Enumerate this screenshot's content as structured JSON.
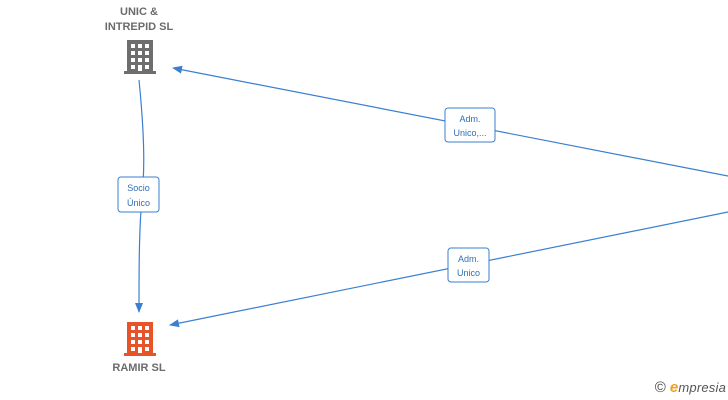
{
  "nodes": {
    "unic_intrepid": {
      "label_line1": "UNIC &",
      "label_line2": "INTREPID  SL",
      "icon": "building-icon",
      "color": "#6e6e6e"
    },
    "ramir": {
      "label": "RAMIR  SL",
      "icon": "building-icon",
      "color": "#e8542a"
    }
  },
  "edges": {
    "socio_unico": {
      "line1": "Socio",
      "line2": "Único"
    },
    "adm_top": {
      "line1": "Adm.",
      "line2": "Unico,..."
    },
    "adm_bottom": {
      "line1": "Adm.",
      "line2": "Unico"
    }
  },
  "colors": {
    "edge": "#3a7fd0",
    "label_text": "#6b6b6b"
  },
  "watermark": {
    "copyright_symbol": "©",
    "brand_first": "e",
    "brand_rest": "mpresia"
  }
}
